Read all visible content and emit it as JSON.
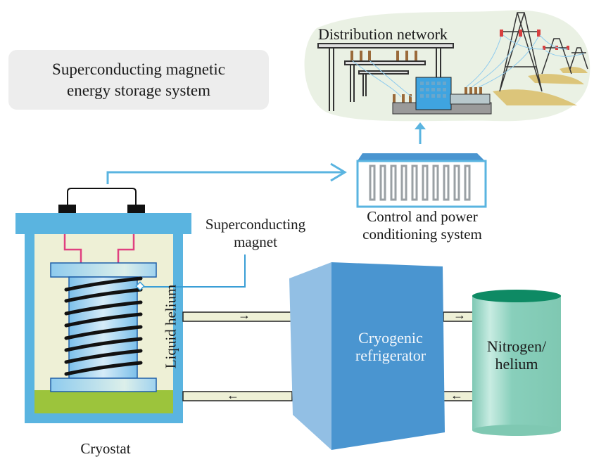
{
  "title": {
    "line1": "Superconducting magnetic",
    "line2": "energy storage system"
  },
  "labels": {
    "distribution_network": "Distribution network",
    "control_line1": "Control and power",
    "control_line2": "conditioning system",
    "magnet_line1": "Superconducting",
    "magnet_line2": "magnet",
    "liquid_helium": "Liquid helium",
    "cryostat": "Cryostat",
    "refrigerator_line1": "Cryogenic",
    "refrigerator_line2": "refrigerator",
    "tank_line1": "Nitrogen/",
    "tank_line2": "helium"
  },
  "flow_arrows": {
    "to_refrigerator": "→",
    "from_refrigerator": "←",
    "to_tank": "→",
    "from_tank": "←"
  },
  "colors": {
    "accent_blue": "#5ab4e0",
    "refrigerator_blue": "#4a95d0",
    "tank_teal": "#86cdb9",
    "helium_fill": "#eef0d6",
    "nitrogen_green": "#9cc43c",
    "lead_pink": "#e04080"
  }
}
